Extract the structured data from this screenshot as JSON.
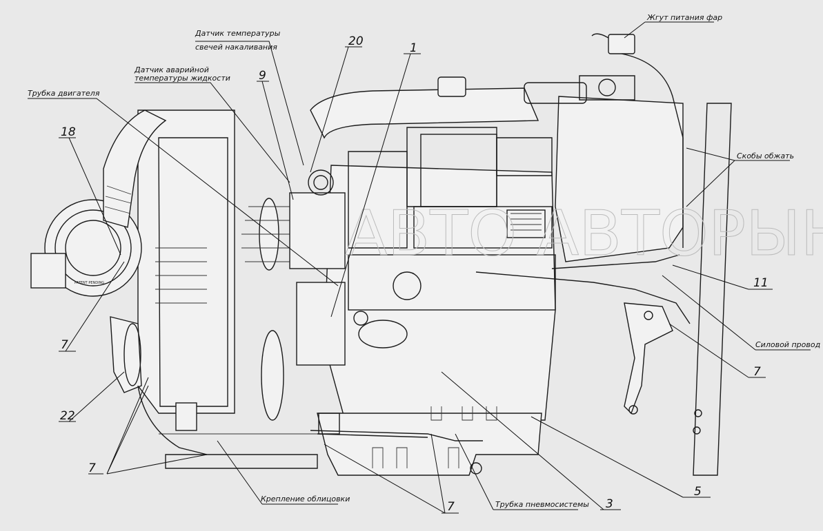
{
  "labels": {
    "lamp_harness": "Жгут питания фар",
    "glow_plug_temp_1": "Датчик температуры",
    "glow_plug_temp_2": "свечей накаливания",
    "coolant_alarm_1": "Датчик аварийной",
    "coolant_alarm_2": "температуры жидкости",
    "engine_tube": "Трубка двигателя",
    "brackets": "Скобы обжать",
    "power_wire": "Силовой провод",
    "trim_mount": "Крепление облицовки",
    "pneumo_tube": "Трубка пневмосистемы"
  },
  "numbers": {
    "n20": "20",
    "n1": "1",
    "n9": "9",
    "n18": "18",
    "n11": "11",
    "n7_left": "7",
    "n7_right": "7",
    "n22": "22",
    "n7_bottom_left": "7",
    "n7_bottom_mid": "7",
    "n3": "3",
    "n5": "5"
  },
  "watermark": "АВТО АВТОРЫНОК",
  "colors": {
    "background": "#e9e9e9",
    "line": "#111111"
  }
}
